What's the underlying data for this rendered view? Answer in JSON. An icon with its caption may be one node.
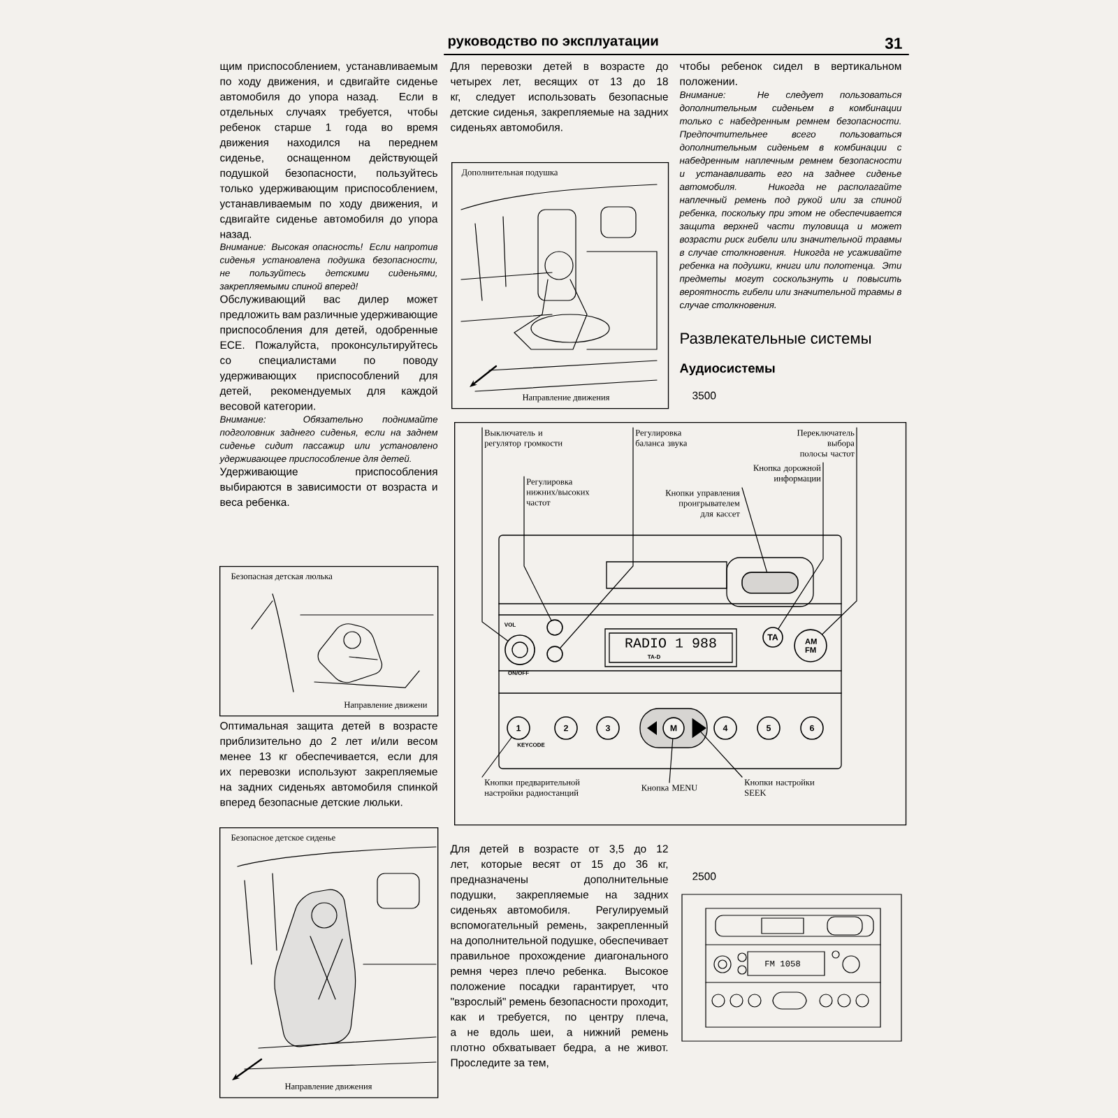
{
  "diagram": {
    "nodes": [
      {
        "text": [
          "Безопасная детская люлька",
          "Направление движени"
        ]
      },
      {
        "text": [
          "Безопасное детское сиденье",
          "Направление движения"
        ]
      },
      {
        "text": [
          "Дополнительная подушка",
          "Направление движения"
        ]
      },
      {
        "text": [],
        "shape": "box"
      },
      {
        "text": [
          "Выключатель и регулятор громкости"
        ],
        "in": 3
      },
      {
        "text": [
          "Регулировка нижних/высоких частот"
        ],
        "in": 3
      },
      {
        "text": [
          "Регулировка баланса звука"
        ],
        "in": 3
      },
      {
        "text": [
          "Кнопки управления проигрывателем для кассет"
        ],
        "in": 3
      },
      {
        "text": [
          "Кнопка дорожной информации"
        ],
        "in": 3
      },
      {
        "text": [
          "Переключатель выбора полосы частот"
        ],
        "in": 3
      },
      {
        "text": [
          "Кнопки предварительной настройки радиостанций"
        ],
        "in": 3
      },
      {
        "text": [
          "Кнопка MENU"
        ],
        "in": 3
      },
      {
        "text": [
          "Кнопки настройки SEEK"
        ],
        "in": 3
      },
      {
        "text": [],
        "shape": "circle",
        "in": 3
      },
      {
        "text": [],
        "shape": "circle",
        "in": 3
      },
      {
        "text": [],
        "shape": "circle",
        "in": 3
      },
      {
        "text": [],
        "shape": "box",
        "in": 3
      },
      {
        "text": [
          "TA"
        ],
        "in": 3
      },
      {
        "text": [
          "AM FM"
        ],
        "in": 3
      },
      {
        "text": [
          "1"
        ],
        "in": 3
      },
      {
        "text": [
          "2"
        ],
        "in": 3
      },
      {
        "text": [
          "3"
        ],
        "in": 3
      },
      {
        "text": [
          "4"
        ],
        "in": 3
      },
      {
        "text": [
          "5"
        ],
        "in": 3
      },
      {
        "text": [
          "6"
        ],
        "in": 3
      },
      {
        "text": [
          "M"
        ],
        "in": 3
      },
      {
        "text": [],
        "shape": "triangle",
        "in": 3
      }
    ],
    "edges": [
      {
        "from": 4,
        "to": 13,
        "arrow": "none"
      },
      {
        "from": 5,
        "to": 14,
        "arrow": "none"
      },
      {
        "from": 6,
        "to": 15,
        "arrow": "none"
      },
      {
        "from": 7,
        "to": 16,
        "arrow": "none"
      },
      {
        "from": 8,
        "to": 17,
        "arrow": "none"
      },
      {
        "from": 9,
        "to": 18,
        "arrow": "none"
      },
      {
        "from": 10,
        "to": 19,
        "arrow": "none"
      },
      {
        "from": 11,
        "to": 25,
        "arrow": "none"
      },
      {
        "from": 12,
        "to": 26,
        "arrow": "none"
      }
    ],
    "labels": [
      "руководство по эксплуатации",
      "31",
      "щим приспособлением, устанавливаемым по ходу движения, и сдвигайте сиденье автомобиля до упора назад. Если в отдельных случаях требуется, чтобы ребенок старше 1 года во время движения находился на переднем сиденье, оснащенном действующей подушкой безопасности, пользуйтесь только удерживающим приспособлением, устанавливаемым по ходу движения, и сдвигайте сиденье автомобиля до упора назад.",
      "Внимание: Высокая опасность! Если напротив сиденья установлена подушка безопасности, не пользуйтесь детскими сиденьями, закрепляемыми спиной вперед!",
      "Обслуживающий вас дилер может предложить вам различные удерживающие приспособления для детей, одобренные ECE. Пожалуйста, проконсультируйтесь со специалистами по поводу удерживающих приспособлений для детей, рекомендуемых для каждой весовой категории.",
      "Внимание: Обязательно поднимайте подголовник заднего сиденья, если на заднем сиденье сидит пассажир или установлено удерживающее приспособление для детей.",
      "Удерживающие приспособления выбираются в зависимости от возраста и веса ребенка.",
      "Оптимальная защита детей в возрасте приблизительно до 2 лет и/или весом менее 13 кг обеспечивается, если для их перевозки используют закрепляемые на задних сиденьях автомобиля спинкой вперед безопасные детские люльки.",
      "Для перевозки детей в возрасте до четырех лет, весящих от 13 до 18 кг, следует использовать безопасные детские сиденья, закрепляемые на задних сиденьях автомобиля.",
      "Для детей в возрасте от 3,5 до 12 лет, которые весят от 15 до 36 кг, предназначены дополнительные подушки, закрепляемые на задних сиденьях автомобиля. Регулируемый вспомогательный ремень, закрепленный на дополнительной подушке, обеспечивает правильное прохождение диагонального ремня через плечо ребенка. Высокое положение посадки гарантирует, что \"взрослый\" ремень безопасности проходит, как и требуется, по центру плеча, а не вдоль шеи, а нижний ремень плотно обхватывает бедра, а не живот. Проследите за тем,",
      "чтобы ребенок сидел в вертикальном положении.",
      "Внимание: Не следует пользоваться дополнительным сиденьем в комбинации только с набедренным ремнем безопасности. Предпочтительнее всего пользоваться дополнительным сиденьем в комбинации с набедренным наплечным ремнем безопасности и устанавливать его на заднее сиденье автомобиля. Никогда не располагайте наплечный ремень под рукой или за спиной ребенка, поскольку при этом не обеспечивается защита верхней части туловища и может возрасти риск гибели или значительной травмы в случае столкновения. Никогда не усаживайте ребенка на подушки, книги или полотенца. Эти предметы могут соскользнуть и повысить вероятность гибели или значительной травмы в случае столкновения.",
      "Развлекательные системы",
      "Аудиосистемы",
      "3500",
      "VOL",
      "ON/OFF",
      "RADIO 1 988",
      "TA-D",
      "KEYCODE",
      "2500",
      "FM 1058"
    ]
  }
}
